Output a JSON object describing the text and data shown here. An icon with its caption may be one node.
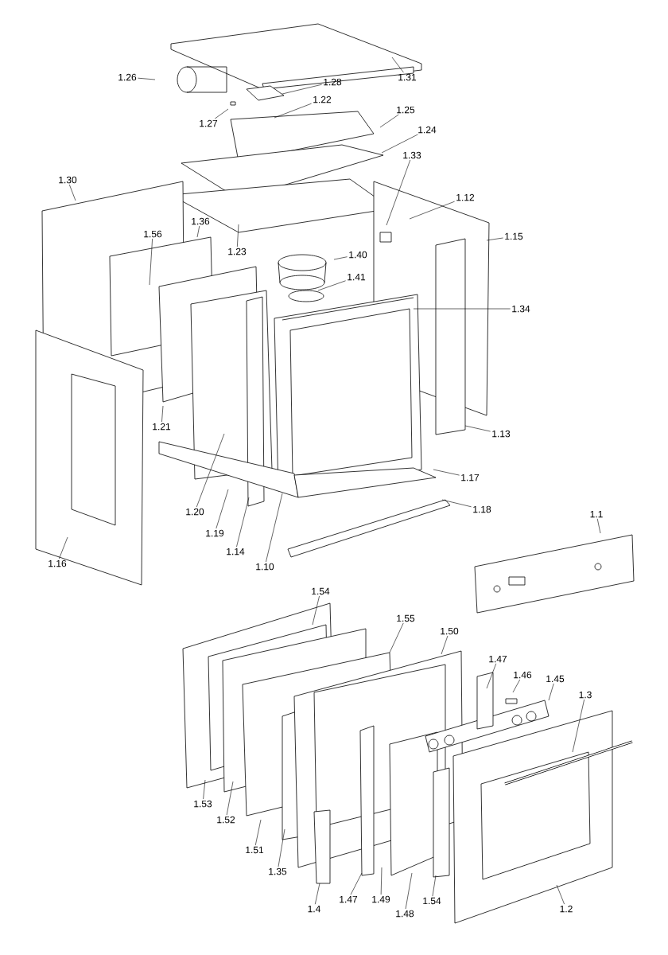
{
  "diagram": {
    "nodes": [
      {
        "text": [
          "1.26"
        ]
      },
      {
        "text": [
          "1.31"
        ]
      },
      {
        "text": [
          "1.28"
        ]
      },
      {
        "text": [
          "1.22"
        ]
      },
      {
        "text": [
          "1.27"
        ]
      },
      {
        "text": [
          "1.25"
        ]
      },
      {
        "text": [
          "1.24"
        ]
      },
      {
        "text": [
          "1.33"
        ]
      },
      {
        "text": [
          "1.30"
        ]
      },
      {
        "text": [
          "1.12"
        ]
      },
      {
        "text": [
          "1.15"
        ]
      },
      {
        "text": [
          "1.36"
        ]
      },
      {
        "text": [
          "1.56"
        ]
      },
      {
        "text": [
          "1.23"
        ]
      },
      {
        "text": [
          "1.40"
        ]
      },
      {
        "text": [
          "1.41"
        ]
      },
      {
        "text": [
          "1.34"
        ]
      },
      {
        "text": [
          "1.21"
        ]
      },
      {
        "text": [
          "1.13"
        ]
      },
      {
        "text": [
          "1.17"
        ]
      },
      {
        "text": [
          "1.18"
        ]
      },
      {
        "text": [
          "1.20"
        ]
      },
      {
        "text": [
          "1.19"
        ]
      },
      {
        "text": [
          "1.14"
        ]
      },
      {
        "text": [
          "1.10"
        ]
      },
      {
        "text": [
          "1.16"
        ]
      },
      {
        "text": [
          "1.1"
        ]
      },
      {
        "text": [
          "1.54"
        ]
      },
      {
        "text": [
          "1.55"
        ]
      },
      {
        "text": [
          "1.50"
        ]
      },
      {
        "text": [
          "1.47"
        ]
      },
      {
        "text": [
          "1.46"
        ]
      },
      {
        "text": [
          "1.45"
        ]
      },
      {
        "text": [
          "1.3"
        ]
      },
      {
        "text": [
          "1.53"
        ]
      },
      {
        "text": [
          "1.52"
        ]
      },
      {
        "text": [
          "1.51"
        ]
      },
      {
        "text": [
          "1.35"
        ]
      },
      {
        "text": [
          "1.4"
        ]
      },
      {
        "text": [
          "1.47"
        ]
      },
      {
        "text": [
          "1.49"
        ]
      },
      {
        "text": [
          "1.48"
        ]
      },
      {
        "text": [
          "1.54"
        ]
      },
      {
        "text": [
          "1.2"
        ]
      }
    ],
    "edges": [
      {
        "from": 0,
        "to": null,
        "arrow": "none"
      },
      {
        "from": 1,
        "to": null,
        "arrow": "none"
      },
      {
        "from": 2,
        "to": null,
        "arrow": "none"
      },
      {
        "from": 3,
        "to": null,
        "arrow": "none"
      },
      {
        "from": 4,
        "to": null,
        "arrow": "none"
      },
      {
        "from": 5,
        "to": null,
        "arrow": "none"
      },
      {
        "from": 6,
        "to": null,
        "arrow": "none"
      },
      {
        "from": 7,
        "to": null,
        "arrow": "none"
      },
      {
        "from": 8,
        "to": null,
        "arrow": "none"
      },
      {
        "from": 9,
        "to": null,
        "arrow": "none"
      },
      {
        "from": 10,
        "to": null,
        "arrow": "none"
      },
      {
        "from": 11,
        "to": null,
        "arrow": "none"
      },
      {
        "from": 12,
        "to": null,
        "arrow": "none"
      },
      {
        "from": 13,
        "to": null,
        "arrow": "none"
      },
      {
        "from": 14,
        "to": null,
        "arrow": "none"
      },
      {
        "from": 15,
        "to": null,
        "arrow": "none"
      },
      {
        "from": 16,
        "to": null,
        "arrow": "none"
      },
      {
        "from": 17,
        "to": null,
        "arrow": "none"
      },
      {
        "from": 18,
        "to": null,
        "arrow": "none"
      },
      {
        "from": 19,
        "to": null,
        "arrow": "none"
      },
      {
        "from": 20,
        "to": null,
        "arrow": "none"
      },
      {
        "from": 21,
        "to": null,
        "arrow": "none"
      },
      {
        "from": 22,
        "to": null,
        "arrow": "none"
      },
      {
        "from": 23,
        "to": null,
        "arrow": "none"
      },
      {
        "from": 24,
        "to": null,
        "arrow": "none"
      },
      {
        "from": 25,
        "to": null,
        "arrow": "none"
      },
      {
        "from": 26,
        "to": null,
        "arrow": "none"
      },
      {
        "from": 27,
        "to": null,
        "arrow": "none"
      },
      {
        "from": 28,
        "to": null,
        "arrow": "none"
      },
      {
        "from": 29,
        "to": null,
        "arrow": "none"
      },
      {
        "from": 30,
        "to": null,
        "arrow": "none"
      },
      {
        "from": 31,
        "to": null,
        "arrow": "none"
      },
      {
        "from": 32,
        "to": null,
        "arrow": "none"
      },
      {
        "from": 33,
        "to": null,
        "arrow": "none"
      },
      {
        "from": 34,
        "to": null,
        "arrow": "none"
      },
      {
        "from": 35,
        "to": null,
        "arrow": "none"
      },
      {
        "from": 36,
        "to": null,
        "arrow": "none"
      },
      {
        "from": 37,
        "to": null,
        "arrow": "none"
      },
      {
        "from": 38,
        "to": null,
        "arrow": "none"
      },
      {
        "from": 39,
        "to": null,
        "arrow": "none"
      },
      {
        "from": 40,
        "to": null,
        "arrow": "none"
      },
      {
        "from": 41,
        "to": null,
        "arrow": "none"
      },
      {
        "from": 42,
        "to": null,
        "arrow": "none"
      },
      {
        "from": 43,
        "to": null,
        "arrow": "none"
      }
    ]
  }
}
